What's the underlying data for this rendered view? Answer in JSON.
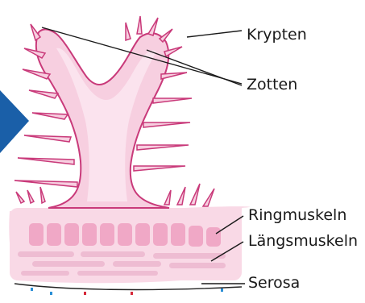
{
  "diagram": {
    "labels": {
      "krypten": "Krypten",
      "zotten": "Zotten",
      "ringmuskeln": "Ringmuskeln",
      "laengsmuskeln": "Längsmuskeln",
      "serosa": "Serosa"
    },
    "colors": {
      "tissue_fill": "#f7cfe0",
      "tissue_outline": "#c93a7a",
      "tissue_inner": "#fbe3ee",
      "muscle_block": "#f0a8c6",
      "longitudinal": "#eebcd2",
      "arrow": "#1a5fa8",
      "serosa_line": "#222222",
      "dot_blue": "#2a8fd6",
      "dot_red": "#d62a3a"
    }
  }
}
